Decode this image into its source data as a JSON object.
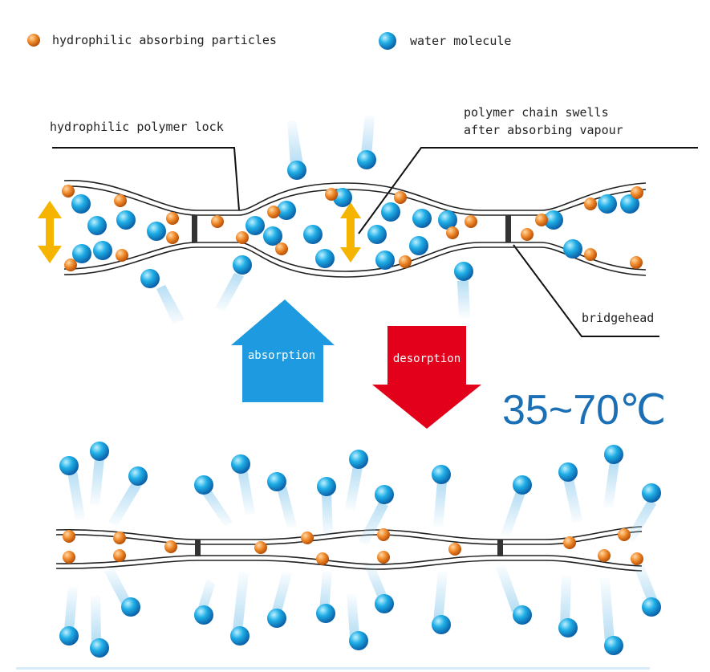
{
  "legend": {
    "particle_label": "hydrophilic absorbing particles",
    "water_label": "water molecule"
  },
  "labels": {
    "polymer_lock": "hydrophilic polymer lock",
    "chain_swells_line1": "polymer chain swells",
    "chain_swells_line2": "after absorbing vapour",
    "bridgehead": "bridgehead",
    "absorption": "absorption",
    "desorption": "desorption",
    "temperature": "35~70℃"
  },
  "colors": {
    "particle": "#e87722",
    "water": "#1a9ad9",
    "absorption_arrow": "#1e9be0",
    "desorption_arrow": "#e2001a",
    "swell_arrow": "#f5b400",
    "temperature_text": "#1b6fb5",
    "chain_line": "#222222",
    "bridgehead": "#333333"
  }
}
